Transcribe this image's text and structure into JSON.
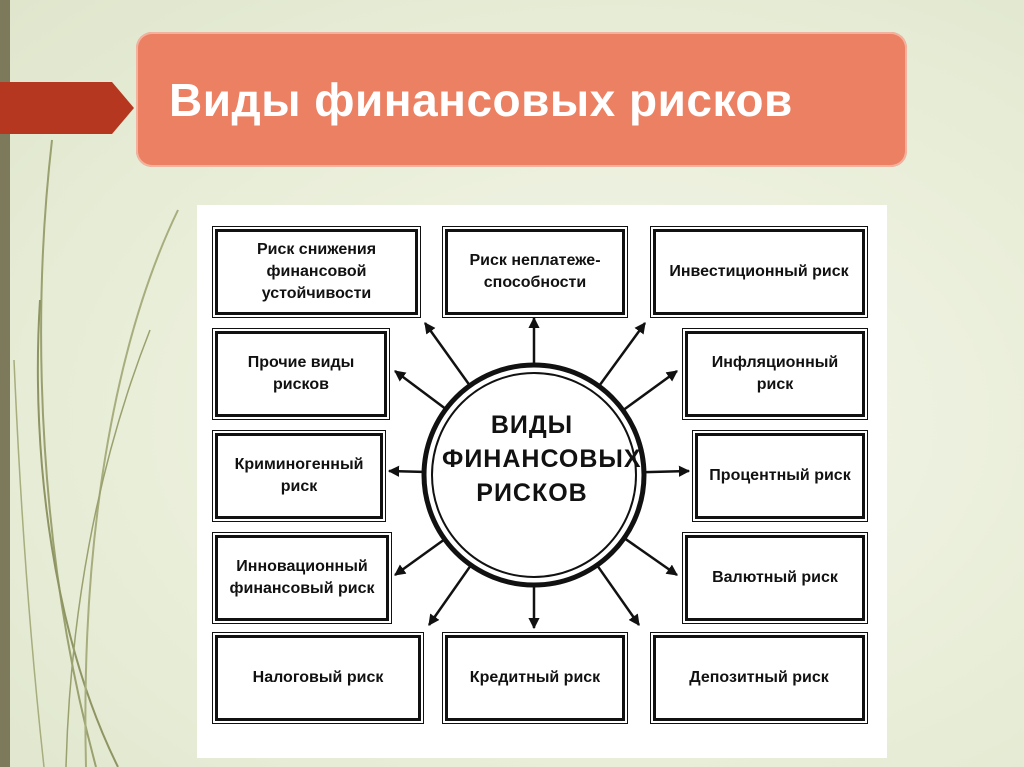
{
  "title": "Виды финансовых рисков",
  "diagram": {
    "center_label": "ВИДЫ ФИНАНСОВЫХ РИСКОВ",
    "boxes": [
      "Риск снижения финансовой устойчивости",
      "Риск неплатеже-способности",
      "Инвестиционный риск",
      "Прочие виды рисков",
      "Инфляционный риск",
      "Криминогенный риск",
      "Процентный риск",
      "Инновационный финансовый риск",
      "Валютный риск",
      "Налоговый риск",
      "Кредитный риск",
      "Депозитный риск"
    ]
  },
  "colors": {
    "title_bg": "#ec8062",
    "title_text": "#ffffff",
    "background": "#e9eed9",
    "arrow_tab": "#b5371f",
    "left_bar": "#7d7a5c"
  }
}
